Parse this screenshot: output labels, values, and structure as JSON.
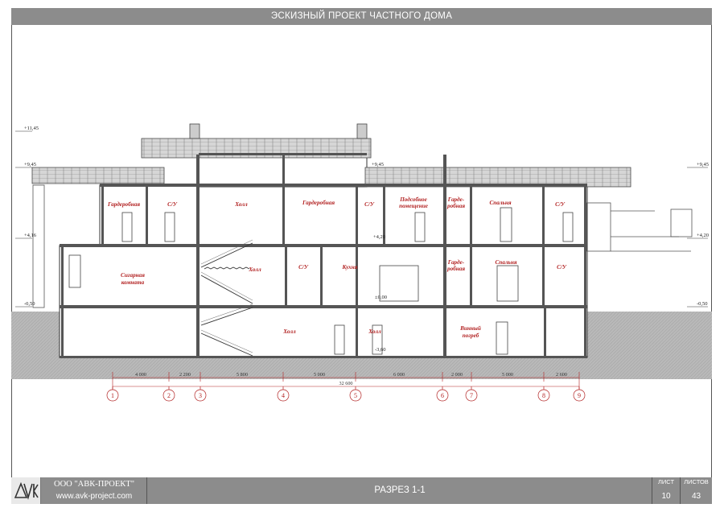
{
  "header": {
    "title": "ЭСКИЗНЫЙ ПРОЕКТ ЧАСТНОГО ДОМА"
  },
  "footer": {
    "company": "ООО \"АВК-ПРОЕКТ\"",
    "website": "www.avk-project.com",
    "sheet_title": "РАЗРЕЗ 1-1",
    "sheet_label": "ЛИСТ",
    "sheet_value": "10",
    "sheets_label": "ЛИСТОВ",
    "sheets_value": "43"
  },
  "levels": [
    {
      "id": "l1",
      "text": "+11,45"
    },
    {
      "id": "l2",
      "text": "+9,45"
    },
    {
      "id": "l3",
      "text": "+4,16"
    },
    {
      "id": "l4",
      "text": "-0,50"
    },
    {
      "id": "l5",
      "text": "+9,45"
    },
    {
      "id": "l6",
      "text": "+4,20"
    },
    {
      "id": "l7",
      "text": "±0,00"
    },
    {
      "id": "l8",
      "text": "-3,60"
    },
    {
      "id": "l9",
      "text": "+9,45"
    },
    {
      "id": "l10",
      "text": "+4,20"
    },
    {
      "id": "l11",
      "text": "-0,50"
    }
  ],
  "rooms": [
    {
      "id": "r1",
      "lines": [
        "Гардеробная"
      ]
    },
    {
      "id": "r2",
      "lines": [
        "С/У"
      ]
    },
    {
      "id": "r3",
      "lines": [
        "Холл"
      ]
    },
    {
      "id": "r4",
      "lines": [
        "Гардеробная"
      ]
    },
    {
      "id": "r5",
      "lines": [
        "С/У"
      ]
    },
    {
      "id": "r6",
      "lines": [
        "Подсобное",
        "помещение"
      ]
    },
    {
      "id": "r7",
      "lines": [
        "Гарде-",
        "робная"
      ]
    },
    {
      "id": "r8",
      "lines": [
        "Спальня"
      ]
    },
    {
      "id": "r9",
      "lines": [
        "С/У"
      ]
    },
    {
      "id": "r10",
      "lines": [
        "Сигарная",
        "комната"
      ]
    },
    {
      "id": "r11",
      "lines": [
        "Холл"
      ]
    },
    {
      "id": "r12",
      "lines": [
        "С/У"
      ]
    },
    {
      "id": "r13",
      "lines": [
        "Кухня"
      ]
    },
    {
      "id": "r14",
      "lines": [
        "Гарде-",
        "робная"
      ]
    },
    {
      "id": "r15",
      "lines": [
        "Спальня"
      ]
    },
    {
      "id": "r16",
      "lines": [
        "С/У"
      ]
    },
    {
      "id": "r17",
      "lines": [
        "Холл"
      ]
    },
    {
      "id": "r18",
      "lines": [
        "Холл"
      ]
    },
    {
      "id": "r19",
      "lines": [
        "Винный",
        "погреб"
      ]
    }
  ],
  "dimensions": [
    "4 000",
    "2 200",
    "5 800",
    "5 000",
    "6 000",
    "2 000",
    "5 000",
    "2 600"
  ],
  "total_dimension": "32 600",
  "axes": [
    "1",
    "2",
    "3",
    "4",
    "5",
    "6",
    "7",
    "8",
    "9"
  ]
}
